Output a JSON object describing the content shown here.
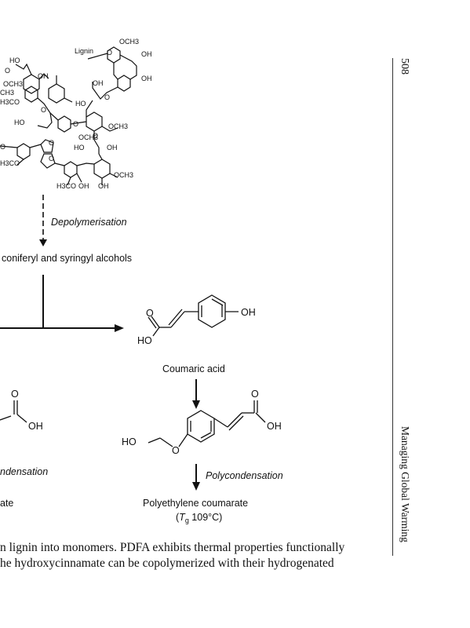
{
  "running_head": {
    "page_number": "508",
    "book_title": "Managing Global Warming"
  },
  "figure": {
    "lignin_labels": {
      "lignin_link": "Lignin",
      "och3": "OCH3",
      "oh": "OH",
      "ho": "HO",
      "h3co": "H3CO",
      "ch3": "CH3",
      "o": "O"
    },
    "step_depolymerisation": "Depolymerisation",
    "monomers_text": "coniferyl and syringyl alcohols",
    "coumaric_acid": {
      "name": "Coumaric acid",
      "oh_label": "OH",
      "ho_label": "HO",
      "o_label": "O"
    },
    "left_partial": {
      "o_label": "O",
      "oh_label": "OH",
      "step_fragment": "ndensation",
      "product_fragment": "ate"
    },
    "monomer_ester": {
      "ho_label": "HO",
      "o_label": "O",
      "oh_label": "OH"
    },
    "step_polycondensation": "Polycondensation",
    "product": {
      "name": "Polyethylene coumarate",
      "tg_symbol": "T",
      "tg_subscript": "g",
      "tg_value": " 109°C)",
      "tg_open": "("
    }
  },
  "caption": {
    "line1": "n lignin into monomers. PDFA exhibits thermal properties functionally",
    "line2": "he hydroxycinnamate can be copolymerized with their hydrogenated"
  }
}
